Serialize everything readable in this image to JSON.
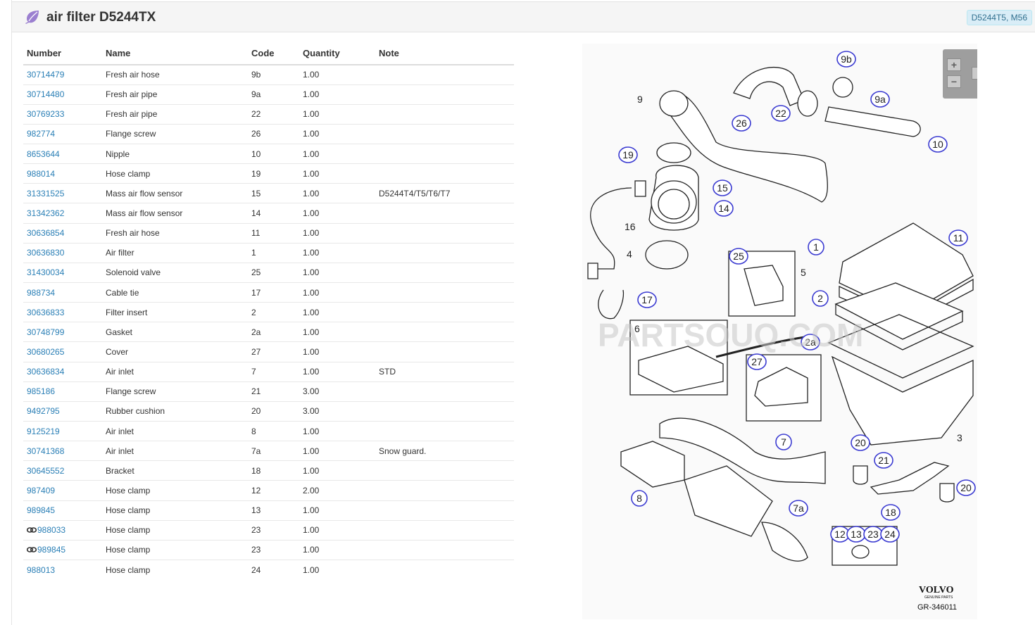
{
  "header": {
    "title": "air filter D5244TX",
    "badge": "D5244T5, M56"
  },
  "table": {
    "columns": [
      "Number",
      "Name",
      "Code",
      "Quantity",
      "Note"
    ],
    "rows": [
      {
        "number": "30714479",
        "name": "Fresh air hose",
        "code": "9b",
        "qty": "1.00",
        "note": "",
        "linked": false
      },
      {
        "number": "30714480",
        "name": "Fresh air pipe",
        "code": "9a",
        "qty": "1.00",
        "note": "",
        "linked": false
      },
      {
        "number": "30769233",
        "name": "Fresh air pipe",
        "code": "22",
        "qty": "1.00",
        "note": "",
        "linked": false
      },
      {
        "number": "982774",
        "name": "Flange screw",
        "code": "26",
        "qty": "1.00",
        "note": "",
        "linked": false
      },
      {
        "number": "8653644",
        "name": "Nipple",
        "code": "10",
        "qty": "1.00",
        "note": "",
        "linked": false
      },
      {
        "number": "988014",
        "name": "Hose clamp",
        "code": "19",
        "qty": "1.00",
        "note": "",
        "linked": false
      },
      {
        "number": "31331525",
        "name": "Mass air flow sensor",
        "code": "15",
        "qty": "1.00",
        "note": "D5244T4/T5/T6/T7",
        "linked": false
      },
      {
        "number": "31342362",
        "name": "Mass air flow sensor",
        "code": "14",
        "qty": "1.00",
        "note": "",
        "linked": false
      },
      {
        "number": "30636854",
        "name": "Fresh air hose",
        "code": "11",
        "qty": "1.00",
        "note": "",
        "linked": false
      },
      {
        "number": "30636830",
        "name": "Air filter",
        "code": "1",
        "qty": "1.00",
        "note": "",
        "linked": false
      },
      {
        "number": "31430034",
        "name": "Solenoid valve",
        "code": "25",
        "qty": "1.00",
        "note": "",
        "linked": false
      },
      {
        "number": "988734",
        "name": "Cable tie",
        "code": "17",
        "qty": "1.00",
        "note": "",
        "linked": false
      },
      {
        "number": "30636833",
        "name": "Filter insert",
        "code": "2",
        "qty": "1.00",
        "note": "",
        "linked": false
      },
      {
        "number": "30748799",
        "name": "Gasket",
        "code": "2a",
        "qty": "1.00",
        "note": "",
        "linked": false
      },
      {
        "number": "30680265",
        "name": "Cover",
        "code": "27",
        "qty": "1.00",
        "note": "",
        "linked": false
      },
      {
        "number": "30636834",
        "name": "Air inlet",
        "code": "7",
        "qty": "1.00",
        "note": "STD",
        "linked": false
      },
      {
        "number": "985186",
        "name": "Flange screw",
        "code": "21",
        "qty": "3.00",
        "note": "",
        "linked": false
      },
      {
        "number": "9492795",
        "name": "Rubber cushion",
        "code": "20",
        "qty": "3.00",
        "note": "",
        "linked": false
      },
      {
        "number": "9125219",
        "name": "Air inlet",
        "code": "8",
        "qty": "1.00",
        "note": "",
        "linked": false
      },
      {
        "number": "30741368",
        "name": "Air inlet",
        "code": "7a",
        "qty": "1.00",
        "note": "Snow guard.",
        "linked": false
      },
      {
        "number": "30645552",
        "name": "Bracket",
        "code": "18",
        "qty": "1.00",
        "note": "",
        "linked": false
      },
      {
        "number": "987409",
        "name": "Hose clamp",
        "code": "12",
        "qty": "2.00",
        "note": "",
        "linked": false
      },
      {
        "number": "989845",
        "name": "Hose clamp",
        "code": "13",
        "qty": "1.00",
        "note": "",
        "linked": false
      },
      {
        "number": "988033",
        "name": "Hose clamp",
        "code": "23",
        "qty": "1.00",
        "note": "",
        "linked": true
      },
      {
        "number": "989845",
        "name": "Hose clamp",
        "code": "23",
        "qty": "1.00",
        "note": "",
        "linked": true
      },
      {
        "number": "988013",
        "name": "Hose clamp",
        "code": "24",
        "qty": "1.00",
        "note": "",
        "linked": false
      }
    ]
  },
  "diagram": {
    "watermark": "PARTSOUQ.COM",
    "brand": "VOLVO",
    "brand_sub": "GENUINE PARTS",
    "ref": "GR-346011",
    "callouts_circled": [
      "9b",
      "9a",
      "22",
      "26",
      "10",
      "19",
      "15",
      "14",
      "11",
      "1",
      "25",
      "17",
      "2",
      "2a",
      "27",
      "7",
      "20",
      "21",
      "20",
      "8",
      "18",
      "7a",
      "12",
      "13",
      "23",
      "24"
    ],
    "callouts_plain": [
      "9",
      "16",
      "4",
      "5",
      "6",
      "3"
    ]
  },
  "zoom": {
    "plus": "+",
    "minus": "−"
  }
}
